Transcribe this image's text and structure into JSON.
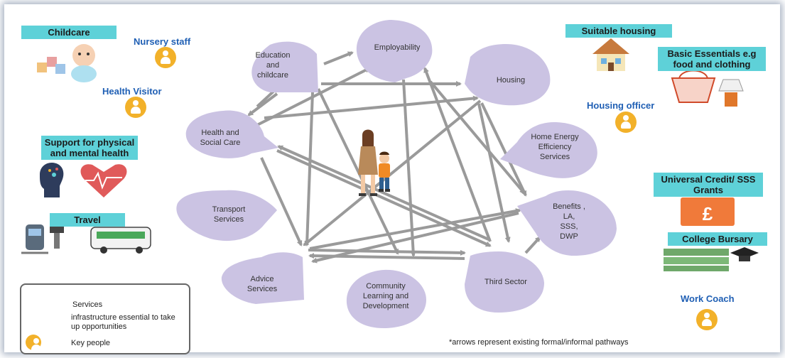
{
  "services": {
    "education": "Education\nand\nchildcare",
    "employability": "Employability",
    "housing": "Housing",
    "health": "Health and\nSocial Care",
    "home_energy": "Home Energy\nEfficiency\nServices",
    "transport": "Transport\nServices",
    "benefits": "Benefits ,\nLA,\nSSS,\nDWP",
    "advice": "Advice\nServices",
    "community": "Community\nLearning and\nDevelopment",
    "third_sector": "Third Sector"
  },
  "infrastructure": {
    "childcare": "Childcare",
    "support": "Support for physical and mental health",
    "travel": "Travel",
    "suitable_housing": "Suitable housing",
    "basic_essentials": "Basic Essentials e.g food and clothing",
    "universal_credit": "Universal Credit/ SSS Grants",
    "college_bursary": "College Bursary"
  },
  "people": {
    "nursery_staff": "Nursery staff",
    "health_visitor": "Health Visitor",
    "housing_officer": "Housing officer",
    "work_coach": "Work Coach"
  },
  "legend": {
    "services": "Services",
    "infrastructure": "infrastructure essential to take up opportunities",
    "key_people": "Key people"
  },
  "footnote": "*arrows represent existing formal/informal pathways",
  "colors": {
    "service_fill": "#cbc3e3",
    "infrastructure_fill": "#5ed1d8",
    "people_text": "#1f5fb4",
    "person_icon": "#f2b12a",
    "arrow": "#9a9a9a"
  }
}
